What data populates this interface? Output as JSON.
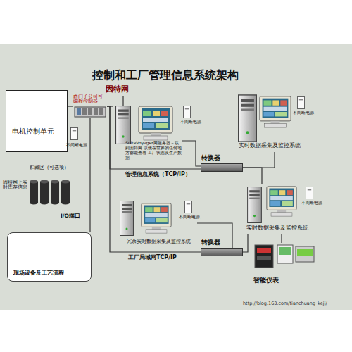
{
  "diagram": {
    "title": "控制和工厂管理信息系统架构",
    "nodes": [
      {
        "text": [
          "电机控制单元"
        ]
      },
      {
        "text": [
          "西门子公司可编程控制器"
        ]
      },
      {
        "text": [
          "贮藏区（可选项）",
          "因特网上实时库存信息"
        ]
      },
      {
        "text": [
          "现场设备及工艺流程"
        ]
      },
      {
        "text": [
          "SuiteVoyager网服务器－联到因特网 以便在世界的任何地方都能查看 工厂状态及生产数据"
        ]
      },
      {
        "text": [
          "转换器"
        ]
      },
      {
        "text": [
          "实时数据采集及监控系统"
        ]
      },
      {
        "text": [
          "冗余实时数据采集及监控系统"
        ]
      },
      {
        "text": [
          "转换器"
        ]
      },
      {
        "text": [
          "实时数据采集及监控系统"
        ]
      },
      {
        "text": [
          "智能仪表"
        ]
      }
    ],
    "edges": [
      {
        "from": 1,
        "to": 0,
        "arrow": "none"
      },
      {
        "from": 1,
        "to": 3,
        "arrow": "none",
        "label": "I/O端口"
      },
      {
        "from": 1,
        "to": 4,
        "arrow": "none"
      },
      {
        "from": 1,
        "to": 5,
        "arrow": "none",
        "label": "管理信息系统（TCP/IP）"
      },
      {
        "from": 4,
        "to": 5,
        "arrow": "none"
      },
      {
        "from": 5,
        "to": 6,
        "arrow": "none"
      },
      {
        "from": 5,
        "to": 9,
        "arrow": "none"
      },
      {
        "from": 1,
        "to": 8,
        "arrow": "none",
        "label": "工厂局域网TCP/IP"
      },
      {
        "from": 7,
        "to": 8,
        "arrow": "none"
      },
      {
        "from": 8,
        "to": 9,
        "arrow": "none"
      },
      {
        "from": 9,
        "to": 10,
        "arrow": "none"
      }
    ],
    "labels": [
      "因特网",
      "不间断电源",
      "不间断电源",
      "不间断电源",
      "不间断电源",
      "不间断电源",
      "http://blog.163.com/tianchuang_keji/"
    ]
  }
}
